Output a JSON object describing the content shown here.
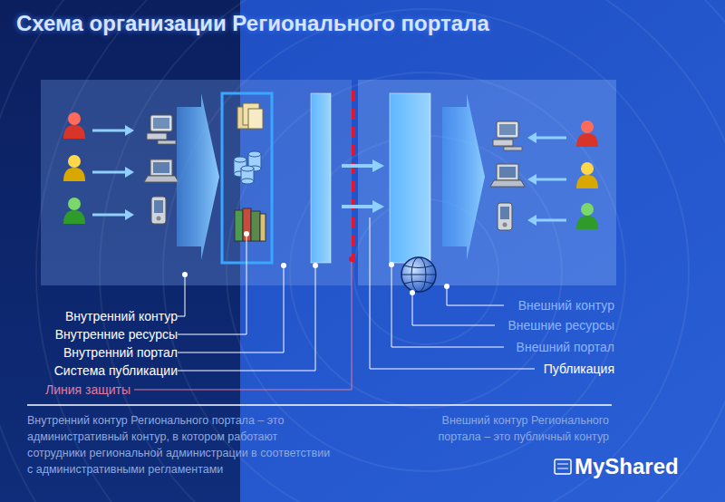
{
  "diagram": {
    "title": "Схема организации Регионального портала",
    "labels": [
      "Внутренний контур",
      "Внутренние ресурсы",
      "Внутренний портал",
      "Система публикации",
      "Линия защиты",
      "Внешний контур",
      "Внешние ресурсы",
      "Внешний портал",
      "Публикация",
      "Внутренний контур Регионального портала – это административный контур, в котором работают сотрудники региональной администрации в соответствии с административными регламентами",
      "Внешний контур Регионального портала – это публичный контур",
      "MyShared"
    ]
  }
}
